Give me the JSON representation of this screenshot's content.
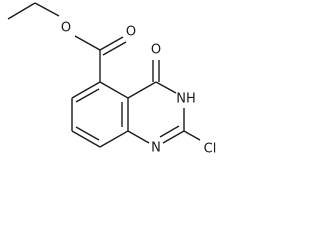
{
  "molecule": {
    "atoms": {
      "ester_oxygen": "O",
      "carbonyl_oxygen_ester": "O",
      "carbonyl_oxygen_ring": "O",
      "nh": "NH",
      "n_ring": "N",
      "chlorine": "Cl"
    }
  },
  "colors": {
    "ink": "#1a1a1a",
    "background": "#ffffff"
  }
}
